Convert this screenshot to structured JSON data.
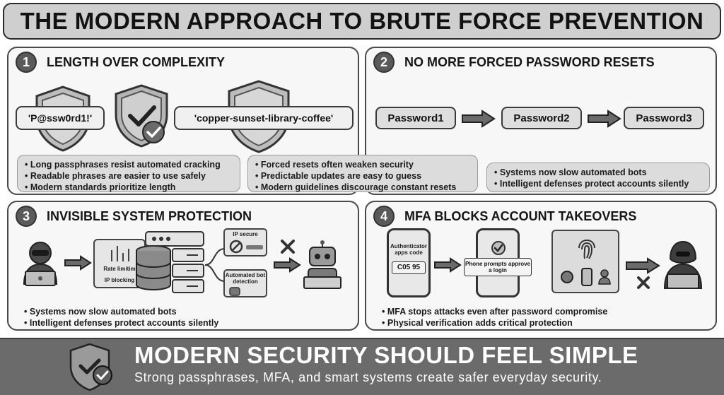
{
  "title": "THE MODERN APPROACH TO BRUTE FORCE PREVENTION",
  "panels": [
    {
      "number": "1",
      "title": "LENGTH OVER COMPLEXITY",
      "weak_password": "'P@ssw0rd1!'",
      "strong_password": "'copper-sunset-library-coffee'",
      "bullets": [
        "Long passphrases resist automated cracking",
        "Readable phrases are easier to use safely",
        "Modern standards prioritize length"
      ]
    },
    {
      "number": "2",
      "title": "NO MORE FORCED PASSWORD RESETS",
      "passwords": [
        "Password1",
        "Password2",
        "Password3"
      ],
      "bullets_left": [
        "Forced resets often weaken security",
        "Predictable updates are easy to guess",
        "Modern guidelines discourage constant resets"
      ],
      "bullets_right": [
        "Systems now slow automated bots",
        "Intelligent defenses protect accounts silently"
      ]
    },
    {
      "number": "3",
      "title": "INVISIBLE SYSTEM PROTECTION",
      "rate_label": "Rate limitim",
      "ip_blocking_label": "IP blocking",
      "ip_secure_label": "IP secure",
      "bot_detection_label": "Automated bot detection",
      "bullets": [
        "Systems now slow automated bots",
        "Intelligent defenses protect accounts silently"
      ]
    },
    {
      "number": "4",
      "title": "MFA BLOCKS ACCOUNT TAKEOVERS",
      "auth_app_label": "Authenticator apps code",
      "auth_code": "C05 95",
      "phone_prompt_label": "Phone prompts approve a login",
      "bullets": [
        "MFA stops attacks even after password compromise",
        "Physical verification adds critical protection"
      ]
    }
  ],
  "footer": {
    "title": "MODERN SECURITY SHOULD FEEL SIMPLE",
    "subtitle": "Strong passphrases, MFA, and smart systems create safer everyday security."
  },
  "colors": {
    "dark": "#3a3a3a",
    "panel_bg": "#f7f7f7",
    "bullet_bg": "#dcdcdc",
    "footer_bg": "#6b6b6b",
    "title_bg": "#cfcfcf"
  }
}
